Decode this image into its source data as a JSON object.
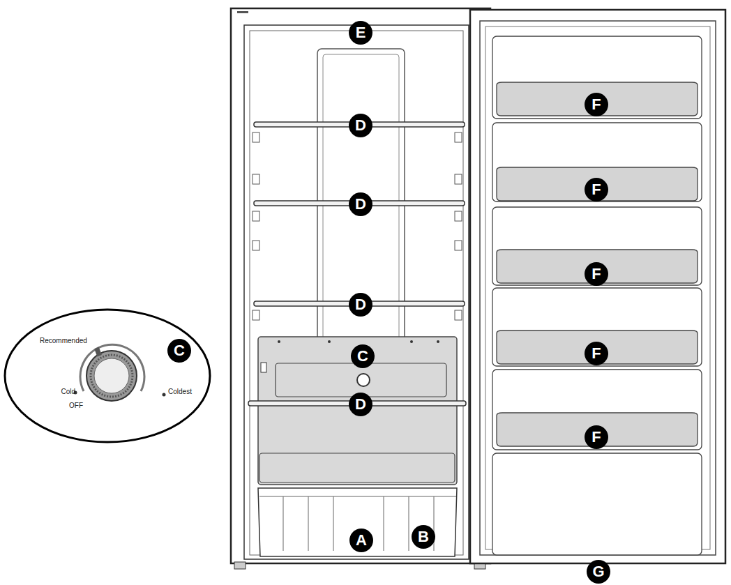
{
  "diagram": {
    "nodes": [
      {
        "text": [
          "Recommended",
          "Cold",
          "OFF",
          "Coldest"
        ]
      },
      {
        "text": [
          "C"
        ],
        "in": 0
      },
      {
        "text": [
          "E"
        ]
      },
      {
        "text": [
          "F"
        ]
      },
      {
        "text": [
          "D"
        ]
      },
      {
        "text": [
          "F"
        ]
      },
      {
        "text": [
          "D"
        ]
      },
      {
        "text": [
          "F"
        ]
      },
      {
        "text": [
          "D"
        ]
      },
      {
        "text": [
          "F"
        ]
      },
      {
        "text": [
          "C"
        ]
      },
      {
        "text": [
          "D"
        ]
      },
      {
        "text": [
          "F"
        ]
      },
      {
        "text": [
          "B"
        ]
      },
      {
        "text": [
          "A"
        ]
      },
      {
        "text": [
          "G"
        ]
      }
    ]
  }
}
